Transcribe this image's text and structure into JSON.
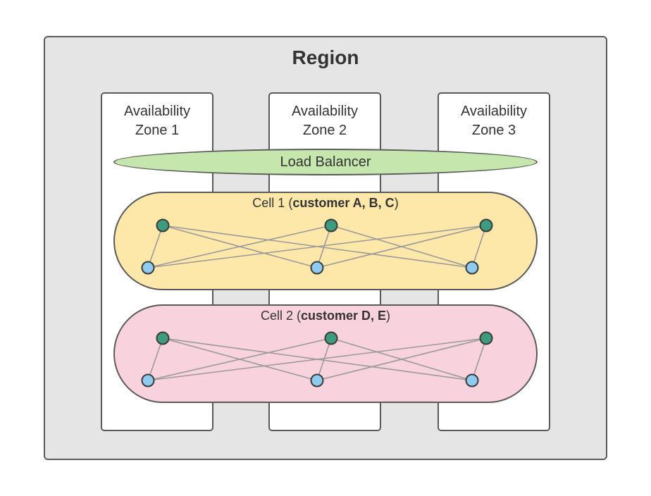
{
  "region": {
    "title": "Region"
  },
  "zones": [
    {
      "line1": "Availability",
      "line2": "Zone 1"
    },
    {
      "line1": "Availability",
      "line2": "Zone 2"
    },
    {
      "line1": "Availability",
      "line2": "Zone 3"
    }
  ],
  "load_balancer": {
    "label": "Load Balancer"
  },
  "cells": [
    {
      "prefix": "Cell 1 (",
      "customers": "customer A, B, C",
      "suffix": ")",
      "fill": "#fde7a9"
    },
    {
      "prefix": "Cell 2 (",
      "customers": "customer D, E",
      "suffix": ")",
      "fill": "#f8d2dd"
    }
  ],
  "colors": {
    "top_node": "#3d9c80",
    "bottom_node": "#8ecbef",
    "load_balancer": "#c5e6ad",
    "edge": "#9a9a9a"
  }
}
